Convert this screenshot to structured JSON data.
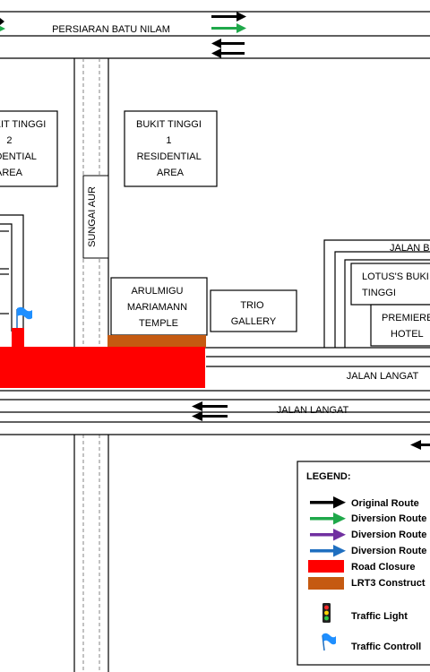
{
  "roads": {
    "top": "PERSIARAN BATU NILAM",
    "langat_upper": "JALAN LANGAT",
    "langat_lower": "JALAN LANGAT",
    "jalan_b": "JALAN B",
    "river": "SUNGAI AUR"
  },
  "buildings": {
    "bt2": [
      "KIT TINGGI",
      "2",
      "DENTIAL",
      "AREA"
    ],
    "bt1": [
      "BUKIT TINGGI",
      "1",
      "RESIDENTIAL",
      "AREA"
    ],
    "temple": [
      "ARULMIGU",
      "MARIAMANN",
      "TEMPLE"
    ],
    "trio": [
      "TRIO",
      "GALLERY"
    ],
    "lotus": [
      "LOTUS'S BUKI",
      "TINGGI"
    ],
    "premier": [
      "PREMIERE",
      "HOTEL"
    ]
  },
  "legend": {
    "title": "LEGEND:",
    "items": [
      {
        "label": "Original Route",
        "icon": "arrow-right-icon",
        "color": "#000000"
      },
      {
        "label": "Diversion Route",
        "icon": "arrow-right-icon",
        "color": "#1fa84a"
      },
      {
        "label": "Diversion Route",
        "icon": "arrow-right-icon",
        "color": "#7030a0"
      },
      {
        "label": "Diversion Route",
        "icon": "arrow-right-icon",
        "color": "#1f6fc0"
      },
      {
        "label": "Road Closure",
        "icon": "swatch-icon",
        "color": "#ff0000"
      },
      {
        "label": "LRT3 Construct",
        "icon": "swatch-icon",
        "color": "#c55a11"
      },
      {
        "label": "Traffic Light",
        "icon": "traffic-light-icon",
        "color": ""
      },
      {
        "label": "Traffic Controll",
        "icon": "flag-icon",
        "color": "#1f8fff"
      }
    ]
  },
  "colors": {
    "closure": "#ff0000",
    "lrt": "#c55a11",
    "diversion_green": "#1fa84a",
    "flag_blue": "#1f8fff"
  }
}
